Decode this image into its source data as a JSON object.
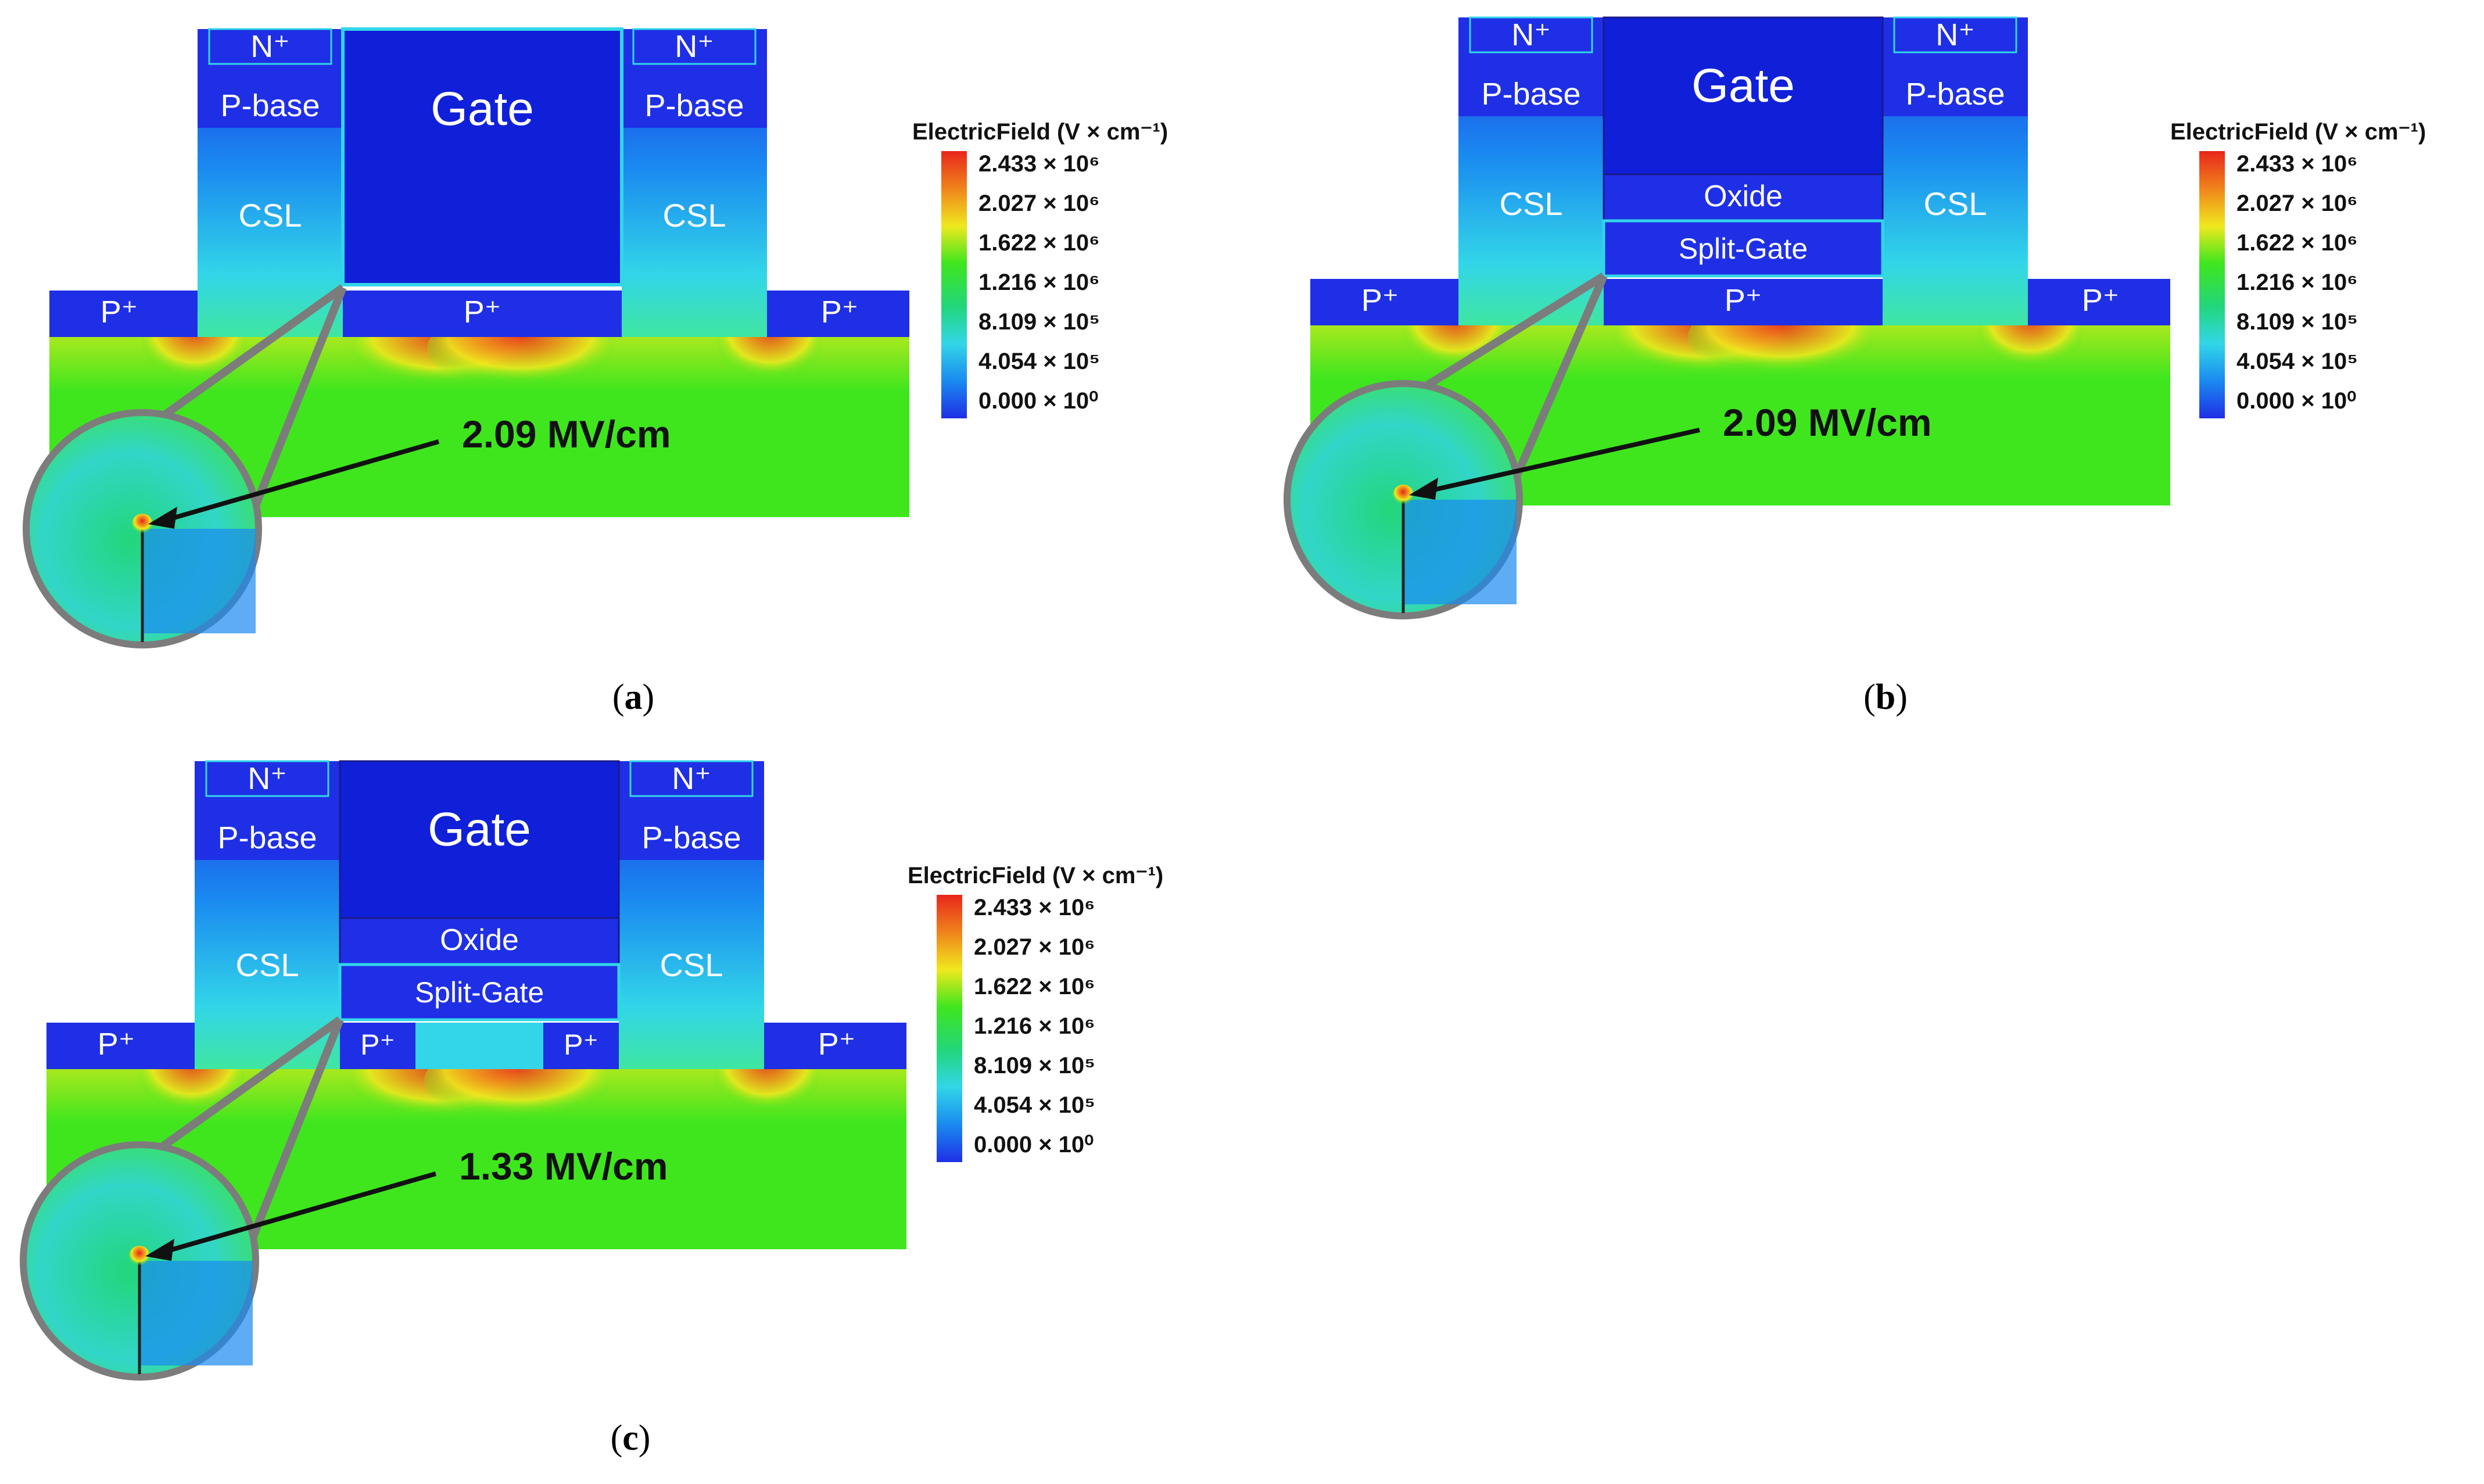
{
  "panels": [
    {
      "id": "a",
      "caption_letter": "a",
      "labels": {
        "gate": "Gate",
        "p_base": "P-base",
        "csl": "CSL",
        "n_plus": "N⁺",
        "p_plus": "P⁺"
      },
      "annotation": "2.09 MV/cm",
      "legend": {
        "title": "ElectricField (V × cm⁻¹)",
        "ticks": [
          "2.433 × 10⁶",
          "2.027 × 10⁶",
          "1.622 × 10⁶",
          "1.216 × 10⁶",
          "8.109 × 10⁵",
          "4.054 × 10⁵",
          "0.000 × 10⁰"
        ]
      }
    },
    {
      "id": "b",
      "caption_letter": "b",
      "labels": {
        "gate": "Gate",
        "p_base": "P-base",
        "csl": "CSL",
        "n_plus": "N⁺",
        "p_plus": "P⁺",
        "oxide": "Oxide",
        "split_gate": "Split-Gate"
      },
      "annotation": "2.09 MV/cm",
      "legend": {
        "title": "ElectricField (V × cm⁻¹)",
        "ticks": [
          "2.433 × 10⁶",
          "2.027 × 10⁶",
          "1.622 × 10⁶",
          "1.216 × 10⁶",
          "8.109 × 10⁵",
          "4.054 × 10⁵",
          "0.000 × 10⁰"
        ]
      }
    },
    {
      "id": "c",
      "caption_letter": "c",
      "labels": {
        "gate": "Gate",
        "p_base": "P-base",
        "csl": "CSL",
        "n_plus": "N⁺",
        "p_plus": "P⁺",
        "oxide": "Oxide",
        "split_gate": "Split-Gate"
      },
      "annotation": "1.33 MV/cm",
      "legend": {
        "title": "ElectricField (V × cm⁻¹)",
        "ticks": [
          "2.433 × 10⁶",
          "2.027 × 10⁶",
          "1.622 × 10⁶",
          "1.216 × 10⁶",
          "8.109 × 10⁵",
          "4.054 × 10⁵",
          "0.000 × 10⁰"
        ]
      }
    }
  ],
  "colors": {
    "device_blue": "#1f2fe6",
    "gate_blue": "#1020d8",
    "field_green": "#3fe61e",
    "field_cyan": "#32d6e8",
    "field_yellow": "#f0e81e",
    "field_red": "#e8261c",
    "magnifier_gray": "#7c7c7c",
    "arrow": "#111111"
  }
}
